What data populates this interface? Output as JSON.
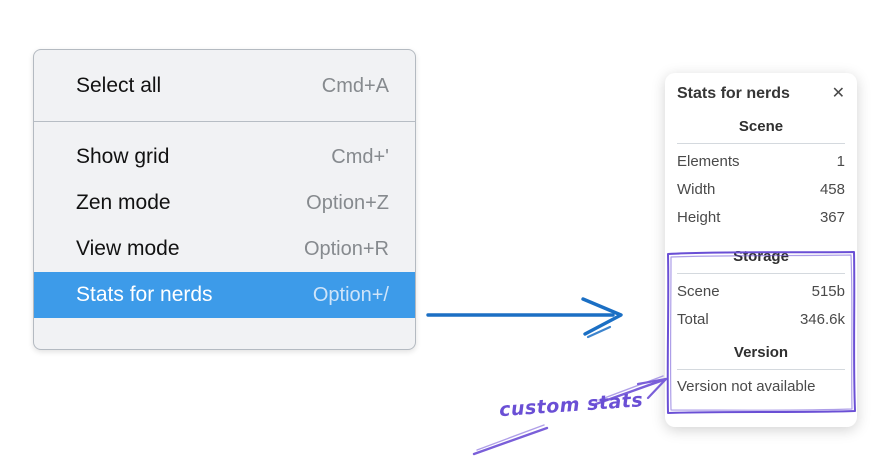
{
  "context_menu": {
    "highlight_color": "#3d9be9",
    "items": [
      {
        "label": "Select all",
        "shortcut": "Cmd+A",
        "highlighted": false
      },
      {
        "label": "Show grid",
        "shortcut": "Cmd+'",
        "highlighted": false
      },
      {
        "label": "Zen mode",
        "shortcut": "Option+Z",
        "highlighted": false
      },
      {
        "label": "View mode",
        "shortcut": "Option+R",
        "highlighted": false
      },
      {
        "label": "Stats for nerds",
        "shortcut": "Option+/",
        "highlighted": true
      }
    ]
  },
  "stats_panel": {
    "title": "Stats for nerds",
    "close_icon": "✕",
    "scene": {
      "heading": "Scene",
      "rows": [
        {
          "label": "Elements",
          "value": "1"
        },
        {
          "label": "Width",
          "value": "458"
        },
        {
          "label": "Height",
          "value": "367"
        }
      ]
    },
    "storage": {
      "heading": "Storage",
      "rows": [
        {
          "label": "Scene",
          "value": "515b"
        },
        {
          "label": "Total",
          "value": "346.6k"
        }
      ]
    },
    "version": {
      "heading": "Version",
      "note": "Version not available"
    }
  },
  "annotation": {
    "label": "custom stats",
    "color": "#6a4fd5"
  },
  "arrow": {
    "color": "#1b6fc4"
  }
}
